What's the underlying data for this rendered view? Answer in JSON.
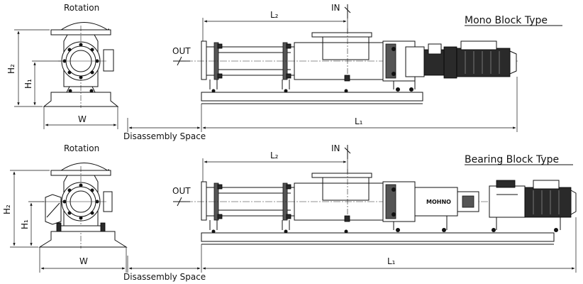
{
  "sections": [
    {
      "id": "mono",
      "type_title": "Mono Block Type",
      "rotation_label": "Rotation",
      "h2_label": "H₂",
      "h1_label": "H₁",
      "w_label": "W",
      "l2_label": "L₂",
      "l1_label": "L₁",
      "in_label": "IN",
      "out_label": "OUT",
      "disassembly_label": "Disassembly Space"
    },
    {
      "id": "bearing",
      "type_title": "Bearing Block Type",
      "rotation_label": "Rotation",
      "h2_label": "H₂",
      "h1_label": "H₁",
      "w_label": "W",
      "l2_label": "L₂",
      "l1_label": "L₁",
      "in_label": "IN",
      "out_label": "OUT",
      "disassembly_label": "Disassembly Space",
      "coupling_brand": "MOHNO"
    }
  ],
  "colors": {
    "line": "#111111",
    "background": "#ffffff",
    "fill_dark": "#2a2a2a"
  }
}
